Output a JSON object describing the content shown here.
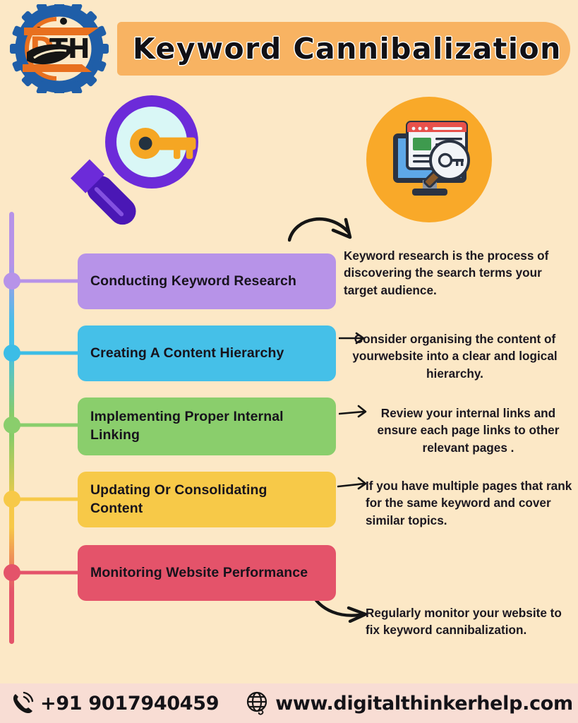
{
  "header": {
    "title": "Keyword Cannibalization",
    "logo_text": "DTH",
    "logo_alt": "dth-gear-logo",
    "title_bar_color": "#F8B362"
  },
  "hero": {
    "magnifier_icon": "magnifying-glass-key-icon",
    "monitor_icon": "monitor-search-key-icon",
    "monitor_badge_color": "#F9A929",
    "magnifier_color": "#5B23C8"
  },
  "background": {
    "page_color": "#FCE8C6",
    "footer_color": "#F8DDD4"
  },
  "steps": [
    {
      "label": "Conducting Keyword Research",
      "description": "Keyword research is the process of discovering the search terms your target audience.",
      "color": "#B793E8",
      "node_color": "#B793E8",
      "arrow": "curved-arrow-down-right-icon"
    },
    {
      "label": "Creating A Content Hierarchy",
      "description": "Consider organising the content of yourwebsite into a clear and logical hierarchy.",
      "color": "#45C0E8",
      "node_color": "#3CBDE6",
      "arrow": "straight-arrow-right-icon"
    },
    {
      "label": "Implementing Proper Internal Linking",
      "description": "Review your internal links and ensure each page links to other relevant pages .",
      "color": "#8ACE6C",
      "node_color": "#8ACE6C",
      "arrow": "straight-arrow-right-icon"
    },
    {
      "label": "Updating Or Consolidating Content",
      "description": "If you have multiple pages that rank for the same keyword and cover similar topics.",
      "color": "#F7C948",
      "node_color": "#F7C948",
      "arrow": "straight-arrow-right-icon"
    },
    {
      "label": "Monitoring Website Performance",
      "description": "Regularly monitor your website to fix keyword cannibalization.",
      "color": "#E4536A",
      "node_color": "#E4536A",
      "arrow": "curved-arrow-down-right-icon"
    }
  ],
  "footer": {
    "phone": "+91 9017940459",
    "website": "www.digitalthinkerhelp.com",
    "phone_icon": "phone-icon",
    "globe_icon": "globe-icon"
  }
}
